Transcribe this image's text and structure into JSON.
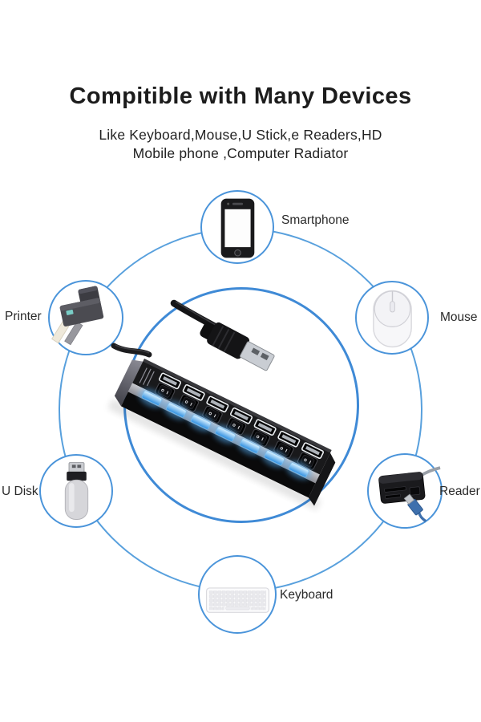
{
  "header": {
    "title": "Compitible with Many Devices",
    "subtitle_line1": "Like Keyboard,Mouse,U Stick,e Readers,HD",
    "subtitle_line2": "Mobile phone ,Computer Radiator"
  },
  "colors": {
    "accent": "#4a94da",
    "ring-outer": "#58a0dd",
    "ring-inner": "#3f8ad6",
    "led": "#4db0ff",
    "text": "#1f1f1f"
  },
  "hub": {
    "description": "black 7-port USB hub with per-port rocker switches, blue LED indicators and USB-A cable",
    "port_count": 7
  },
  "devices": [
    {
      "label": "Smartphone",
      "icon": "smartphone-icon"
    },
    {
      "label": "Printer",
      "icon": "printer-icon"
    },
    {
      "label": "Mouse",
      "icon": "mouse-icon"
    },
    {
      "label": "U Disk",
      "icon": "usb-flash-drive-icon"
    },
    {
      "label": "Reader",
      "icon": "card-reader-icon"
    },
    {
      "label": "Keyboard",
      "icon": "keyboard-icon"
    }
  ]
}
